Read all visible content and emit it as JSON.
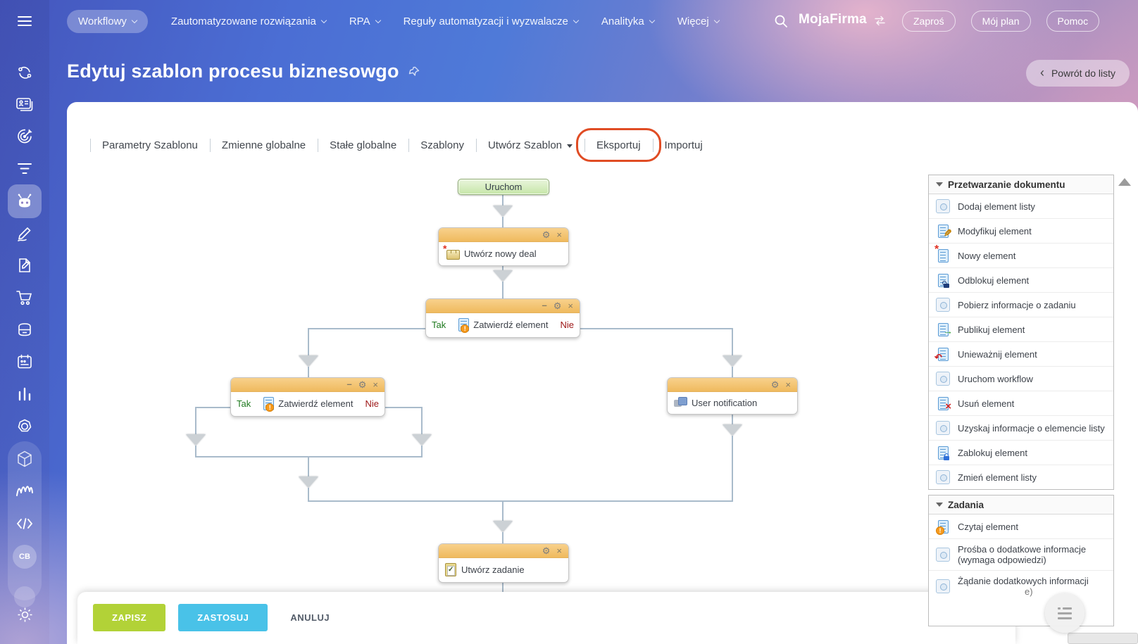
{
  "sidebar": {
    "avatar_initials": "CB",
    "icons": [
      "hamburger-menu",
      "network",
      "contact-card",
      "target",
      "funnel",
      "robot",
      "pen",
      "document-edit",
      "cart",
      "storage",
      "calendar",
      "chart",
      "hexagon",
      "cube",
      "waves",
      "code",
      "gear"
    ]
  },
  "topbar": {
    "nav": [
      {
        "label": "Workflowy"
      },
      {
        "label": "Zautomatyzowane rozwiązania"
      },
      {
        "label": "RPA"
      },
      {
        "label": "Reguły automatyzacji i wyzwalacze"
      },
      {
        "label": "Analityka"
      },
      {
        "label": "Więcej"
      }
    ],
    "company": "MojaFirma",
    "actions": [
      {
        "label": "Zaproś"
      },
      {
        "label": "Mój plan"
      },
      {
        "label": "Pomoc"
      }
    ]
  },
  "header": {
    "title": "Edytuj szablon procesu biznesowgo",
    "back_label": "Powrót do listy",
    "back_chevron": "‹"
  },
  "tabs": [
    {
      "label": "Parametry Szablonu"
    },
    {
      "label": "Zmienne globalne"
    },
    {
      "label": "Stałe globalne"
    },
    {
      "label": "Szablony"
    },
    {
      "label": "Utwórz Szablon"
    },
    {
      "label": "Eksportuj"
    },
    {
      "label": "Importuj"
    }
  ],
  "flow": {
    "start_label": "Uruchom",
    "blocks": [
      {
        "title": "Utwórz nowy deal"
      },
      {
        "title": "Zatwierdź element",
        "yes": "Tak",
        "no": "Nie"
      },
      {
        "title": "Zatwierdź element",
        "yes": "Tak",
        "no": "Nie"
      },
      {
        "title": "User notification"
      },
      {
        "title": "Utwórz zadanie"
      }
    ]
  },
  "palette": {
    "sections": [
      {
        "title": "Przetwarzanie dokumentu",
        "items": [
          {
            "label": "Dodaj element listy",
            "icon": "list-element"
          },
          {
            "label": "Modyfikuj element",
            "icon": "doc-edit"
          },
          {
            "label": "Nowy element",
            "icon": "doc-new"
          },
          {
            "label": "Odblokuj element",
            "icon": "doc-unlock"
          },
          {
            "label": "Pobierz informacje o zadaniu",
            "icon": "list-element"
          },
          {
            "label": "Publikuj element",
            "icon": "doc-publish"
          },
          {
            "label": "Unieważnij element",
            "icon": "doc-undo"
          },
          {
            "label": "Uruchom workflow",
            "icon": "list-element"
          },
          {
            "label": "Usuń element",
            "icon": "doc-delete"
          },
          {
            "label": "Uzyskaj informacje o elemencie listy",
            "icon": "list-element"
          },
          {
            "label": "Zablokuj element",
            "icon": "doc-lock"
          },
          {
            "label": "Zmień element listy",
            "icon": "list-element"
          }
        ]
      },
      {
        "title": "Zadania",
        "items": [
          {
            "label": "Czytaj element",
            "icon": "doc-warning"
          },
          {
            "label": "Prośba o dodatkowe informacje (wymaga odpowiedzi)",
            "icon": "list-element"
          },
          {
            "label": "Żądanie dodatkowych informacji",
            "icon": "list-element",
            "obscured_fragment": "e)"
          }
        ]
      }
    ]
  },
  "footer": {
    "save": "ZAPISZ",
    "apply": "ZASTOSUJ",
    "cancel": "ANULUJ"
  },
  "glyphs": {
    "edit": "✎",
    "newstar": "*",
    "publish": "→",
    "undo": "↶",
    "delete": "×",
    "warning": "!",
    "minimize": "–",
    "gear": "⚙",
    "close": "×"
  },
  "colors": {
    "save_button": "#b2d237",
    "apply_button": "#49c2e8",
    "highlight_oval": "#e04c24",
    "block_header": "#f2c46f",
    "start_node": "#cde7ad",
    "yes_text": "#1f7a1f",
    "no_text": "#9c1414"
  }
}
